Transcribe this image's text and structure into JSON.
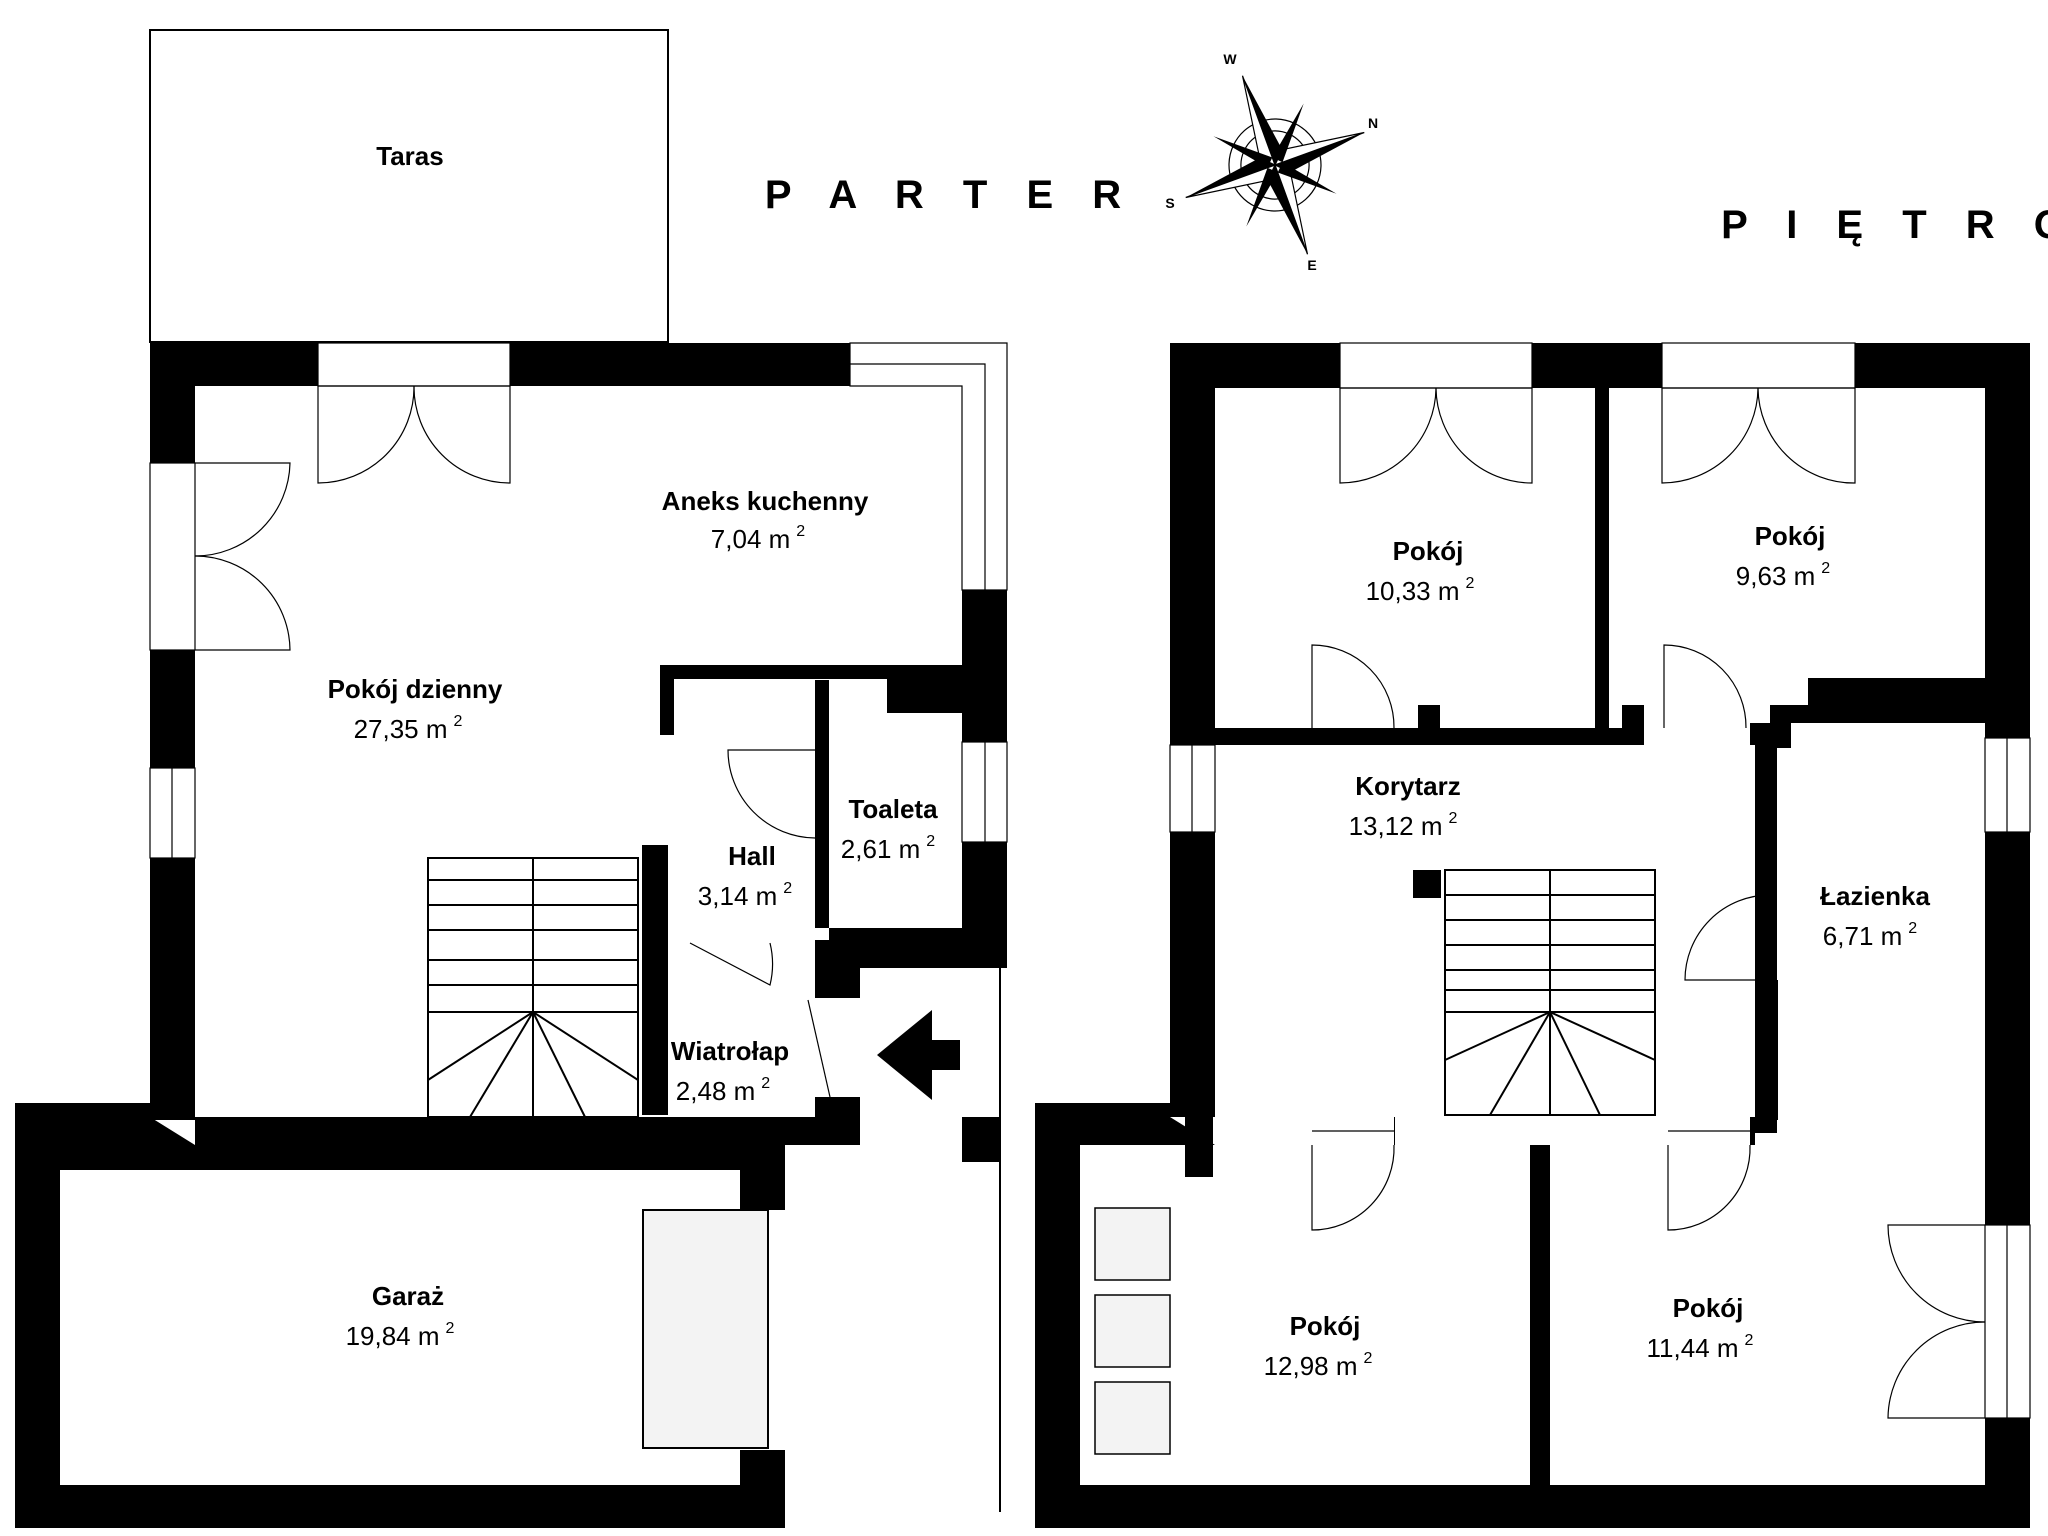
{
  "floors": {
    "parter": "P A R T E R",
    "pietro": "P I Ę T R O"
  },
  "compass": {
    "n": "N",
    "e": "E",
    "s": "S",
    "w": "W"
  },
  "rooms": {
    "taras": {
      "name": "Taras"
    },
    "aneks": {
      "name": "Aneks kuchenny",
      "area": "7,04 m",
      "unit_exp": "2"
    },
    "dzienny": {
      "name": "Pokój dzienny",
      "area": "27,35 m",
      "unit_exp": "2"
    },
    "toaleta": {
      "name": "Toaleta",
      "area": "2,61 m",
      "unit_exp": "2"
    },
    "hall": {
      "name": "Hall",
      "area": "3,14 m",
      "unit_exp": "2"
    },
    "wiatrolap": {
      "name": "Wiatrołap",
      "area": "2,48 m",
      "unit_exp": "2"
    },
    "garaz": {
      "name": "Garaż",
      "area": "19,84 m",
      "unit_exp": "2"
    },
    "pokoj1": {
      "name": "Pokój",
      "area": "10,33 m",
      "unit_exp": "2"
    },
    "pokoj2": {
      "name": "Pokój",
      "area": "9,63 m",
      "unit_exp": "2"
    },
    "korytarz": {
      "name": "Korytarz",
      "area": "13,12 m",
      "unit_exp": "2"
    },
    "lazienka": {
      "name": "Łazienka",
      "area": "6,71 m",
      "unit_exp": "2"
    },
    "pokoj3": {
      "name": "Pokój",
      "area": "12,98 m",
      "unit_exp": "2"
    },
    "pokoj4": {
      "name": "Pokój",
      "area": "11,44 m",
      "unit_exp": "2"
    }
  }
}
